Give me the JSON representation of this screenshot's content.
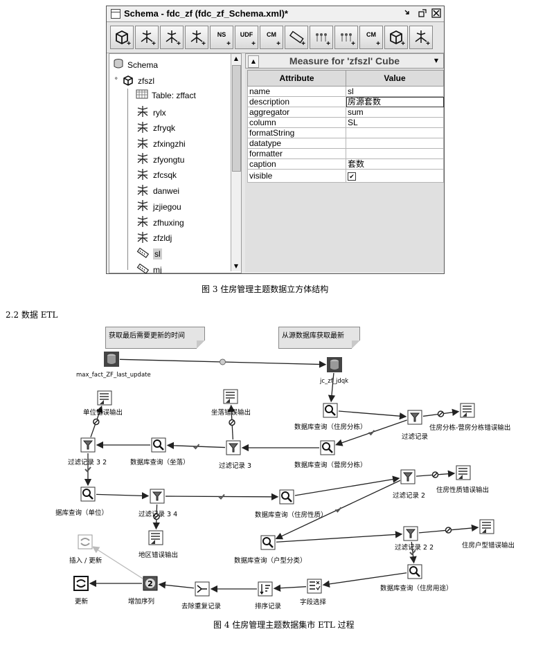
{
  "schema_window": {
    "title": "Schema - fdc_zf (fdc_zf_Schema.xml)*",
    "toolbar": [
      {
        "icon": "cube-add-icon",
        "label": ""
      },
      {
        "icon": "dimension-add-icon",
        "label": ""
      },
      {
        "icon": "dimension-usage-add-icon",
        "label": ""
      },
      {
        "icon": "hierarchy-add-icon",
        "label": ""
      },
      {
        "icon": "named-set-add-icon",
        "label": "NS"
      },
      {
        "icon": "udf-add-icon",
        "label": "UDF"
      },
      {
        "icon": "calculated-member-add-icon",
        "label": "CM"
      },
      {
        "icon": "measure-add-icon",
        "label": ""
      },
      {
        "icon": "level-add-icon",
        "label": ""
      },
      {
        "icon": "property-add-icon",
        "label": ""
      },
      {
        "icon": "calculated-member-add-icon-2",
        "label": "CM"
      },
      {
        "icon": "virtual-cube-icon",
        "label": ""
      },
      {
        "icon": "virtual-dimension-icon",
        "label": ""
      }
    ],
    "tree": [
      {
        "icon": "database-icon",
        "label": "Schema"
      },
      {
        "icon": "cube-icon",
        "label": "zfszl"
      },
      {
        "icon": "table-icon",
        "label": "Table: zffact"
      },
      {
        "icon": "dimension-icon",
        "label": "rylx"
      },
      {
        "icon": "dimension-icon",
        "label": "zfryqk"
      },
      {
        "icon": "dimension-icon",
        "label": "zfxingzhi"
      },
      {
        "icon": "dimension-icon",
        "label": "zfyongtu"
      },
      {
        "icon": "dimension-icon",
        "label": "zfcsqk"
      },
      {
        "icon": "dimension-icon",
        "label": "danwei"
      },
      {
        "icon": "dimension-icon",
        "label": "jzjiegou"
      },
      {
        "icon": "dimension-icon",
        "label": "zfhuxing"
      },
      {
        "icon": "dimension-icon",
        "label": "zfzldj"
      },
      {
        "icon": "measure-icon",
        "label": "sl"
      },
      {
        "icon": "measure-icon",
        "label": "mj"
      }
    ],
    "panel_title": "Measure for 'zfszl' Cube",
    "columns": [
      "Attribute",
      "Value"
    ],
    "rows": [
      {
        "attr": "name",
        "value": "sl"
      },
      {
        "attr": "description",
        "value": "房源套数"
      },
      {
        "attr": "aggregator",
        "value": "sum"
      },
      {
        "attr": "column",
        "value": "SL"
      },
      {
        "attr": "formatString",
        "value": ""
      },
      {
        "attr": "datatype",
        "value": ""
      },
      {
        "attr": "formatter",
        "value": ""
      },
      {
        "attr": "caption",
        "value": "套数"
      },
      {
        "attr": "visible",
        "value": "✔"
      }
    ]
  },
  "fig3_caption": "图 3  住房管理主题数据立方体结构",
  "section_heading": "2.2  数据 ETL",
  "etl": {
    "notes": [
      "获取最后需要更新的时间",
      "从源数据库获取最新"
    ],
    "steps": {
      "max_fact": "max_fact_ZF_last_update",
      "jc_zf": "jc_zf_jdqk",
      "unit_err": "单位错误输出",
      "loc_err": "坐落错误输出",
      "query_zhufang_fendong": "数据库查询（住房分栋）",
      "filter": "过滤记录",
      "zhufang_err": "住房分栋-营房分栋错误输出",
      "filter32": "过滤记录 3 2",
      "query_zuoluo": "数据库查询（坐落）",
      "filter3": "过滤记录 3",
      "query_yingfang": "数据库查询（营房分栋）",
      "filter2": "过滤记录 2",
      "xingzhi_err": "住房性质错误输出",
      "query_danwei": "据库查询（单位）",
      "filter34": "过滤记录 3 4",
      "query_xingzhi": "数据库查询（住房性质）",
      "area_err": "地区错误输出",
      "query_huxing": "数据库查询（户型分类）",
      "filter22": "过滤记录 2 2",
      "huxing_err": "住房户型错误输出",
      "insert_update": "插入 / 更新",
      "update": "更新",
      "add_seq": "增加序列",
      "dedup": "去除重复记录",
      "sort": "排序记录",
      "select": "字段选择",
      "query_yongtu": "数据库查询（住房用途）"
    }
  },
  "fig4_caption": "图 4  住房管理主题数据集市 ETL 过程"
}
